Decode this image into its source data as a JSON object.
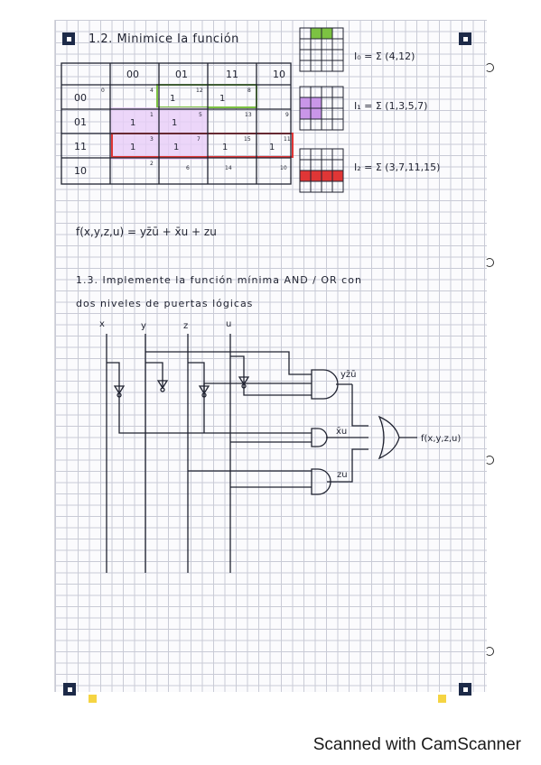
{
  "section1": {
    "title": "1.2. Minimice la función"
  },
  "kmap": {
    "col_headers": [
      "00",
      "01",
      "11",
      "10"
    ],
    "row_headers": [
      "00",
      "01",
      "11",
      "10"
    ],
    "cells": [
      [
        {
          "value": "",
          "index": "0"
        },
        {
          "value": "1",
          "index": "4"
        },
        {
          "value": "1",
          "index": "12"
        },
        {
          "value": "",
          "index": "8"
        }
      ],
      [
        {
          "value": "1",
          "index": "1"
        },
        {
          "value": "1",
          "index": "5"
        },
        {
          "value": "",
          "index": "13"
        },
        {
          "value": "",
          "index": "9"
        }
      ],
      [
        {
          "value": "1",
          "index": "3"
        },
        {
          "value": "1",
          "index": "7"
        },
        {
          "value": "1",
          "index": "15"
        },
        {
          "value": "1",
          "index": "11"
        }
      ],
      [
        {
          "value": "",
          "index": "2"
        },
        {
          "value": "",
          "index": "6"
        },
        {
          "value": "",
          "index": "14"
        },
        {
          "value": "",
          "index": "10"
        }
      ]
    ]
  },
  "groups": [
    {
      "label": "I₀ = Σ (4,12)",
      "color": "#7cc242"
    },
    {
      "label": "I₁ = Σ (1,3,5,7)",
      "color": "#c996e8"
    },
    {
      "label": "I₂ = Σ (3,7,11,15)",
      "color": "#e03636"
    }
  ],
  "function": {
    "expression": "f(x,y,z,u) = yz̄ū + x̄u + zu"
  },
  "section2": {
    "title_line1": "1.3. Implemente la función mínima AND / OR con",
    "title_line2": "dos niveles de puertas lógicas"
  },
  "circuit": {
    "inputs": [
      "x",
      "y",
      "z",
      "u"
    ],
    "gate_labels": [
      "yz̄ū",
      "x̄u",
      "zu"
    ],
    "output_label": "f(x,y,z,u)"
  },
  "footer": {
    "text": "Scanned with CamScanner"
  },
  "colors": {
    "green": "#7cc242",
    "purple": "#c996e8",
    "red": "#e03636",
    "ink": "#1f2230",
    "marker": "#1d2a48"
  }
}
